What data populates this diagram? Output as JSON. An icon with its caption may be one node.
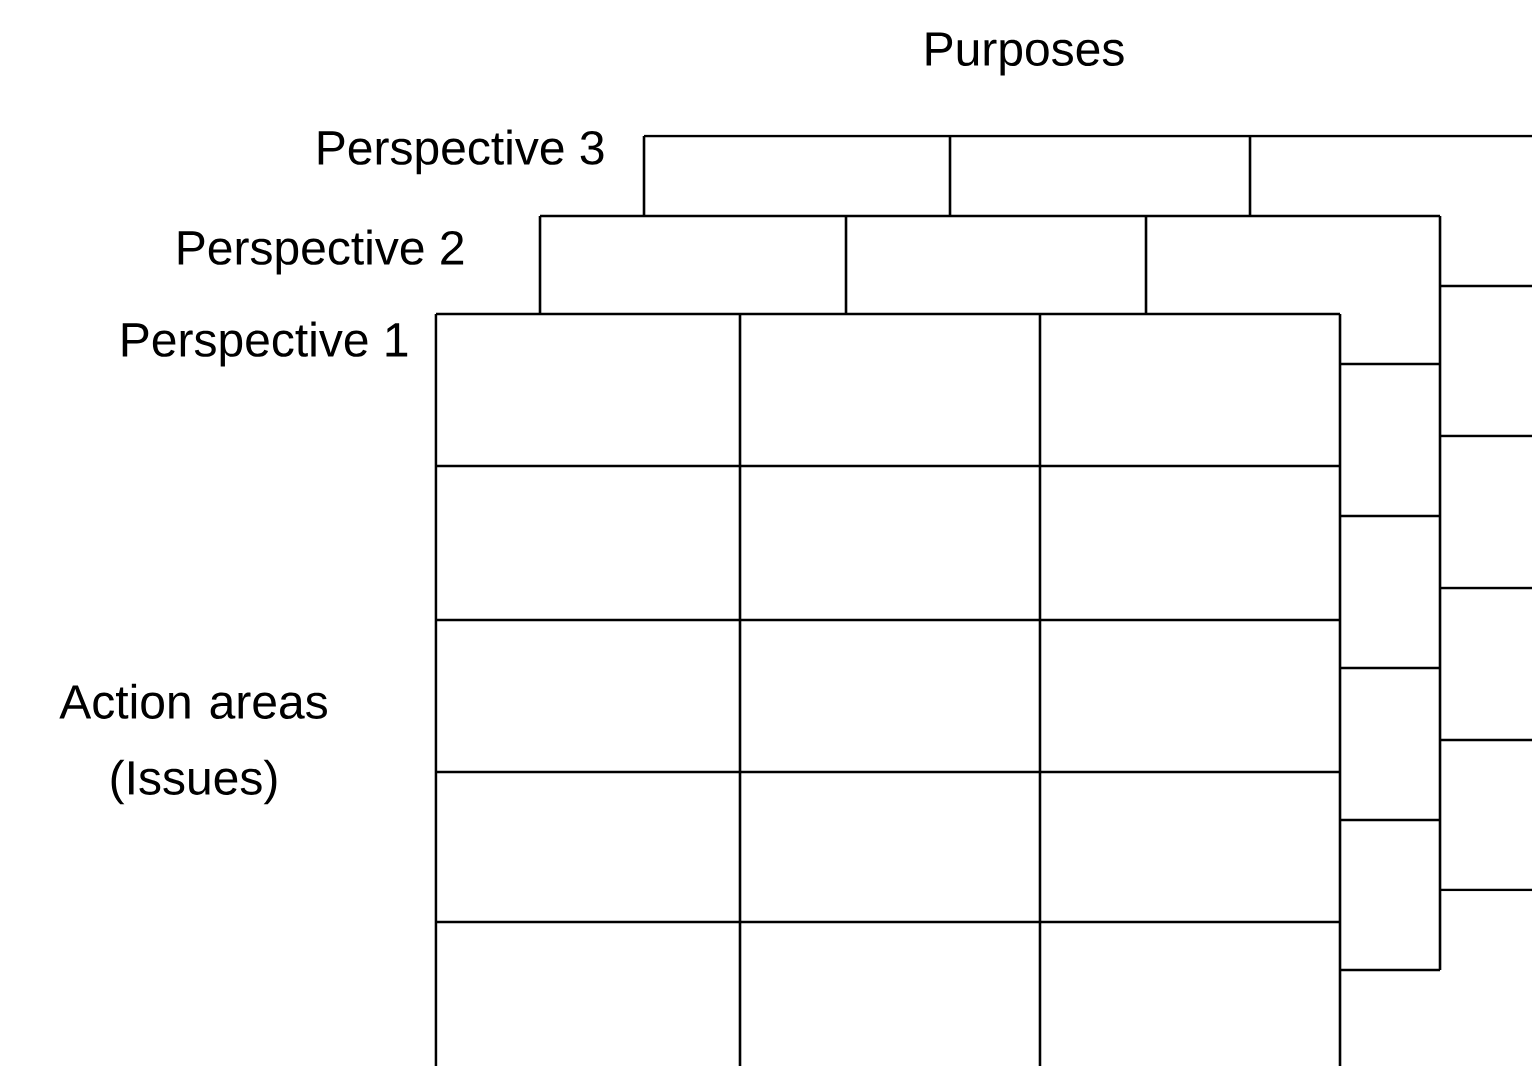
{
  "diagram": {
    "labels": [
      "Purposes",
      "Perspective 3",
      "Perspective 2",
      "Perspective 1",
      "Action areas (Issues)"
    ]
  }
}
